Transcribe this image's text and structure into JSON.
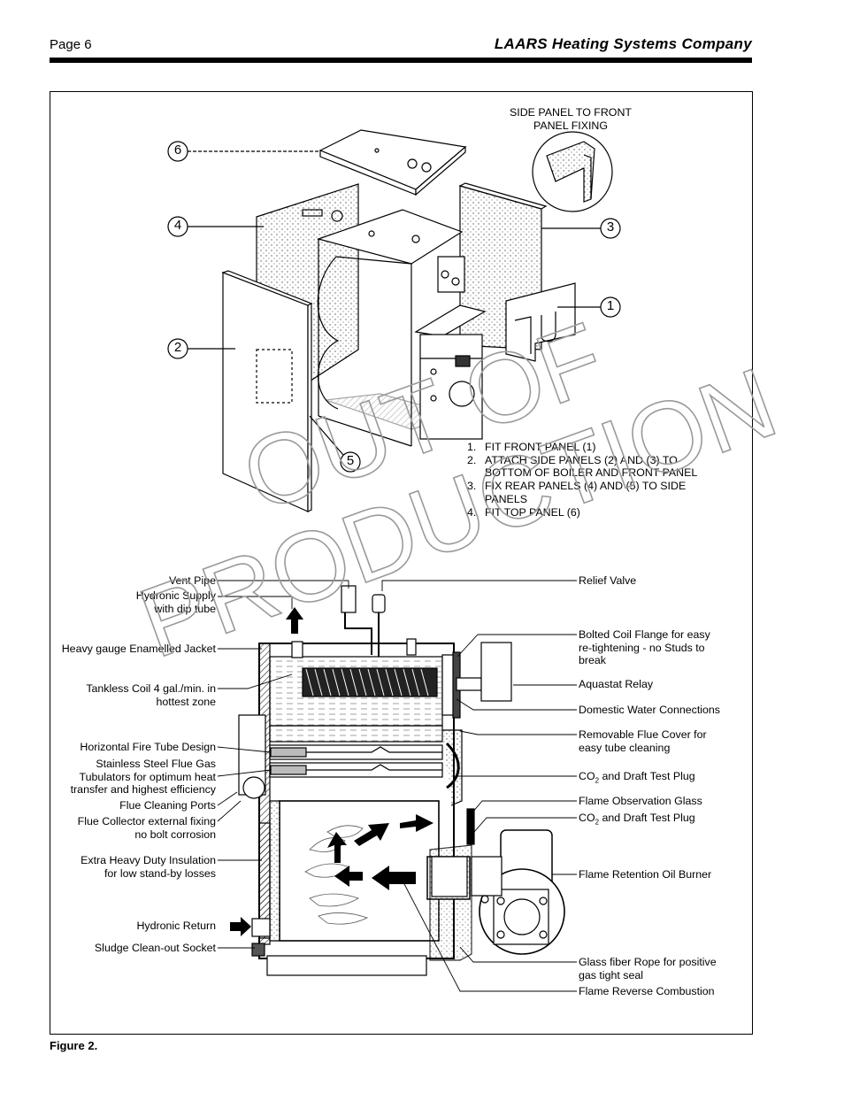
{
  "header": {
    "page": "Page 6",
    "company": "LAARS Heating Systems Company"
  },
  "assembly": {
    "inset_caption": "SIDE PANEL TO FRONT\nPANEL FIXING",
    "callouts": [
      "6",
      "4",
      "3",
      "1",
      "2",
      "5"
    ],
    "steps": [
      {
        "n": "1.",
        "text": "FIT FRONT PANEL (1)"
      },
      {
        "n": "2.",
        "text": "ATTACH SIDE PANELS (2) AND (3) TO BOTTOM OF BOILER AND FRONT PANEL"
      },
      {
        "n": "3.",
        "text": "FIX REAR PANELS (4) AND (5) TO SIDE PANELS"
      },
      {
        "n": "4.",
        "text": "FIT TOP PANEL (6)"
      }
    ]
  },
  "cutaway": {
    "left_labels": [
      "Vent Pipe",
      "Hydronic Supply\nwith dip tube",
      "Heavy gauge Enamelled Jacket",
      "Tankless Coil 4 gal./min. in\nhottest zone",
      "Horizontal Fire Tube Design",
      "Stainless Steel Flue Gas\nTubulators for optimum heat\ntransfer and highest efficiency",
      "Flue Cleaning Ports",
      "Flue Collector external fixing\nno bolt corrosion",
      "Extra Heavy Duty Insulation\nfor low stand-by losses",
      "Hydronic Return",
      "Sludge Clean-out Socket"
    ],
    "right_labels": [
      "Relief Valve",
      "Bolted Coil Flange for easy\nre-tightening - no Studs to\nbreak",
      "Aquastat Relay",
      "Domestic Water Connections",
      "Removable Flue Cover for\neasy tube cleaning",
      "and Draft Test Plug",
      "Flame Observation Glass",
      "and Draft Test Plug",
      "Flame Retention Oil Burner",
      "Glass fiber Rope for positive\ngas tight seal",
      "Flame Reverse Combustion"
    ],
    "co2_prefix": "CO",
    "co2_sub": "2"
  },
  "watermark": {
    "line1": "OUT OF",
    "line2": "PRODUCTION",
    "color": "#9a9a9a"
  },
  "figure_caption": "Figure 2."
}
